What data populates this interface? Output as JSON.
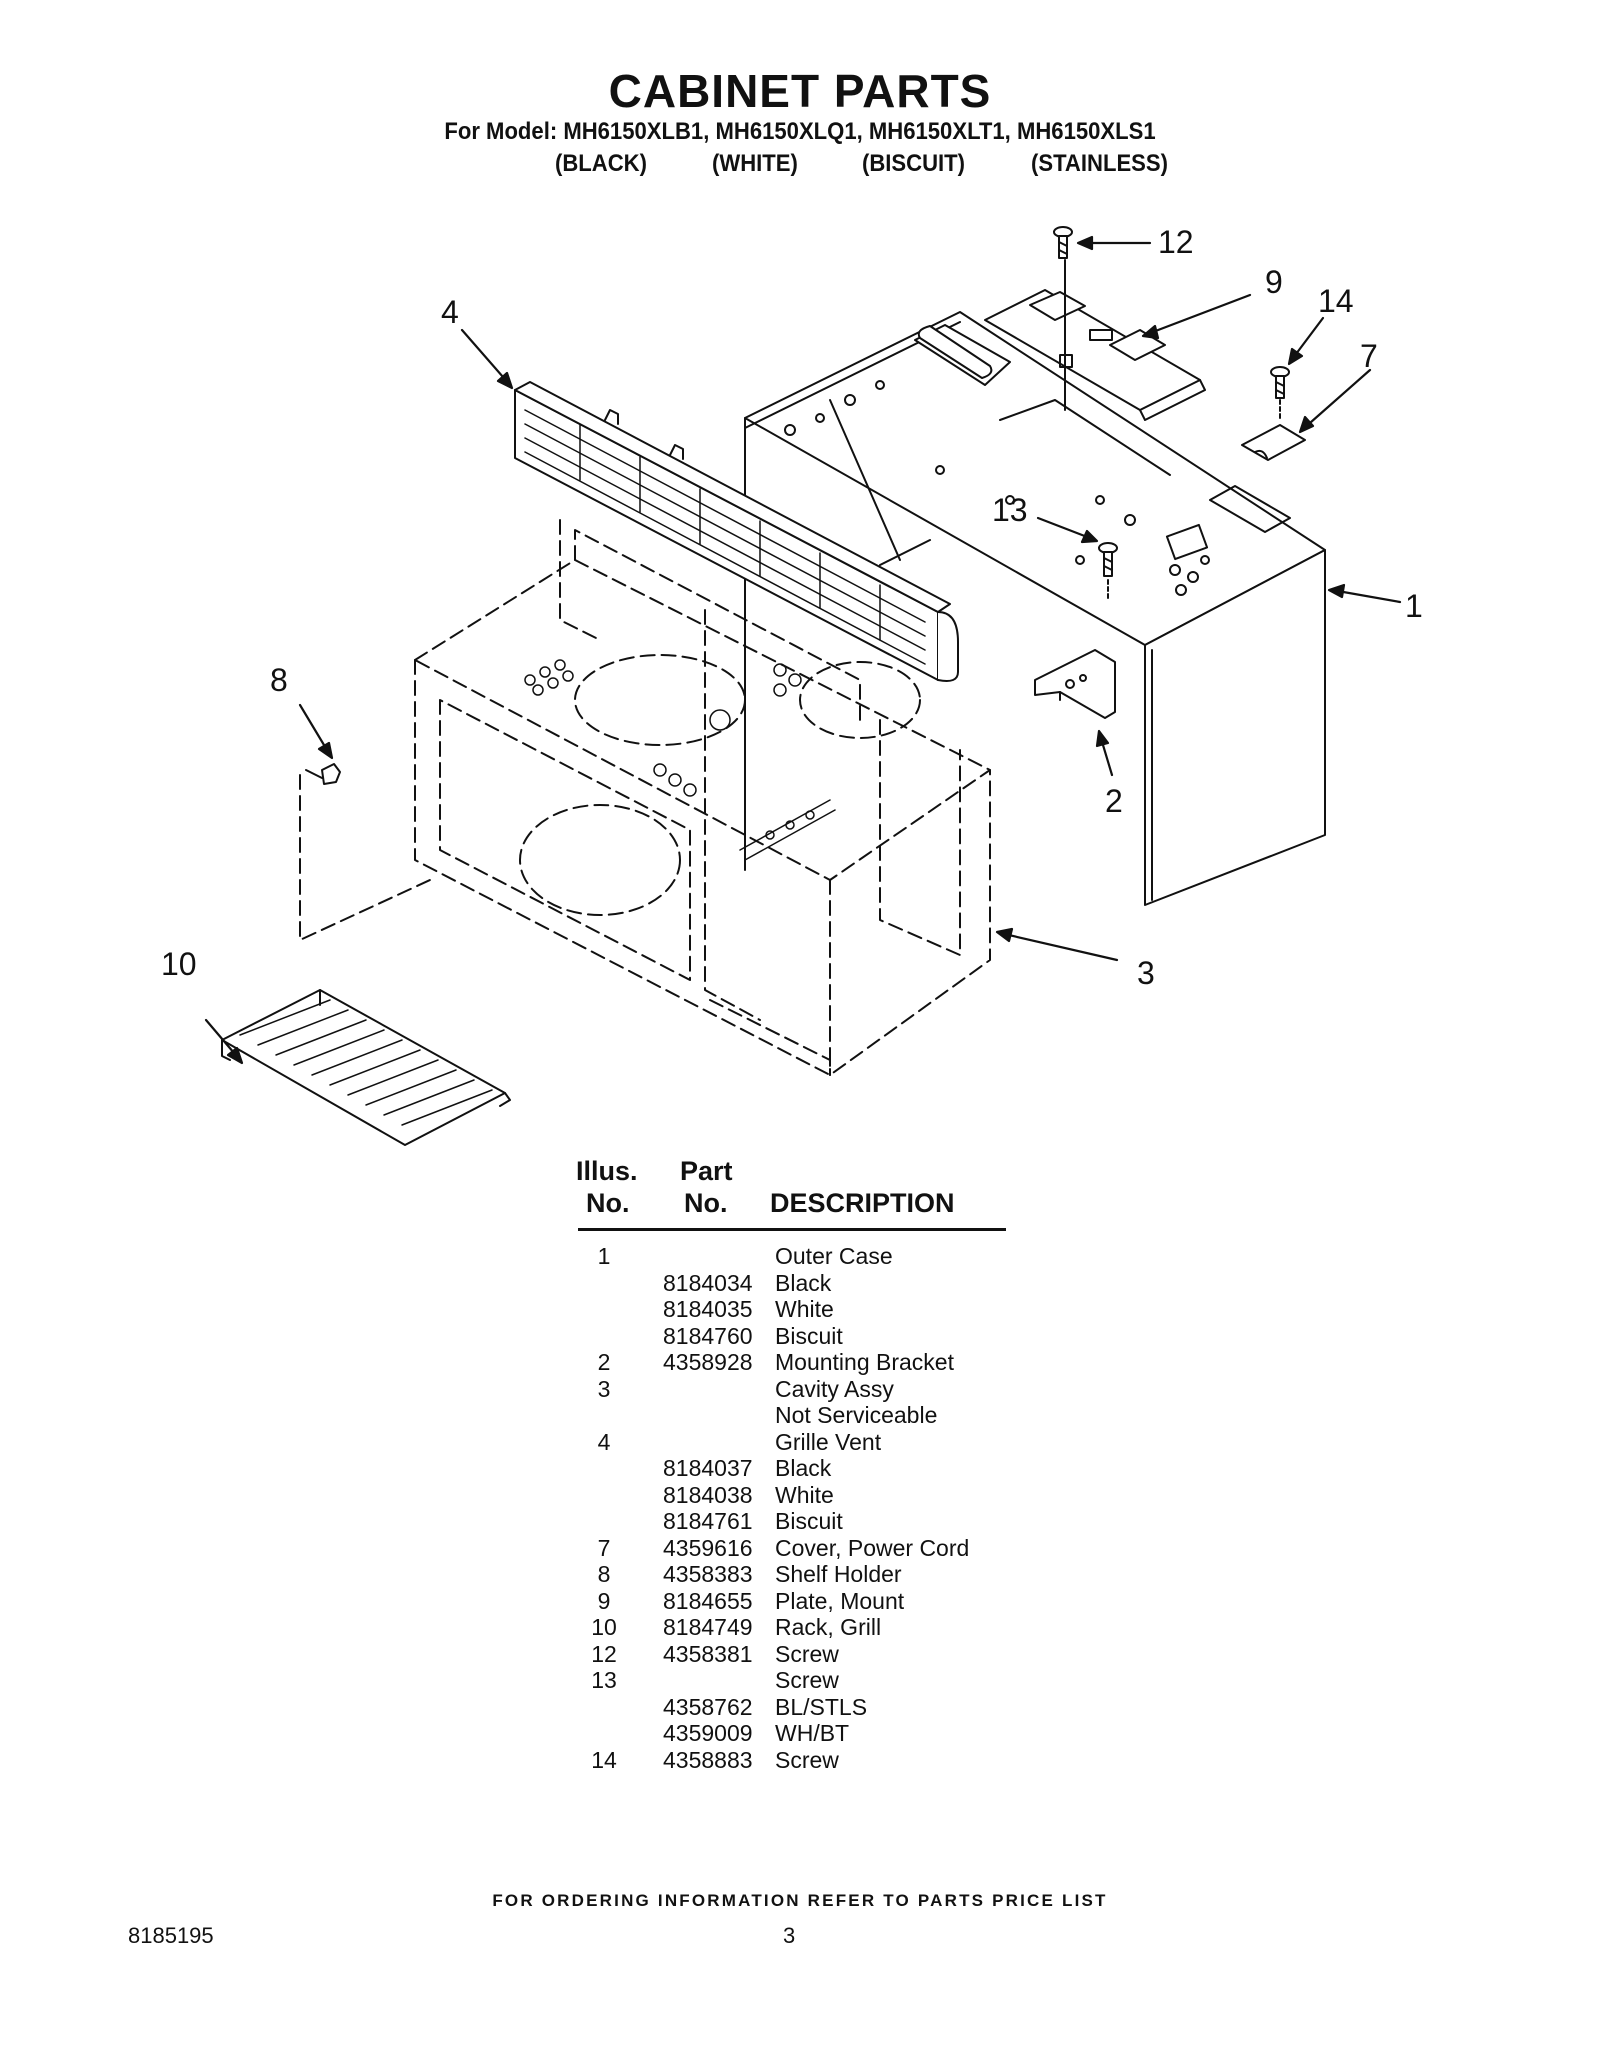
{
  "header": {
    "title": "CABINET PARTS",
    "models": "For Model: MH6150XLB1, MH6150XLQ1, MH6150XLT1, MH6150XLS1",
    "colors": [
      "(BLACK)",
      "(WHITE)",
      "(BISCUIT)",
      "(STAINLESS)"
    ]
  },
  "diagram": {
    "callouts": [
      "12",
      "9",
      "14",
      "7",
      "4",
      "13",
      "1",
      "8",
      "2",
      "10",
      "3"
    ]
  },
  "table": {
    "header": {
      "illus_line1": "Illus.",
      "illus_line2": "No.",
      "part_line1": "Part",
      "part_line2": "No.",
      "description": "DESCRIPTION"
    },
    "rows": [
      {
        "no": "1",
        "part": "",
        "desc": "Outer Case"
      },
      {
        "no": "",
        "part": "8184034",
        "desc": "Black"
      },
      {
        "no": "",
        "part": "8184035",
        "desc": "White"
      },
      {
        "no": "",
        "part": "8184760",
        "desc": "Biscuit"
      },
      {
        "no": "2",
        "part": "4358928",
        "desc": "Mounting Bracket"
      },
      {
        "no": "3",
        "part": "",
        "desc": "Cavity Assy"
      },
      {
        "no": "",
        "part": "",
        "desc": "Not Serviceable"
      },
      {
        "no": "4",
        "part": "",
        "desc": "Grille Vent"
      },
      {
        "no": "",
        "part": "8184037",
        "desc": "Black"
      },
      {
        "no": "",
        "part": "8184038",
        "desc": "White"
      },
      {
        "no": "",
        "part": "8184761",
        "desc": "Biscuit"
      },
      {
        "no": "7",
        "part": "4359616",
        "desc": "Cover, Power Cord"
      },
      {
        "no": "8",
        "part": "4358383",
        "desc": "Shelf Holder"
      },
      {
        "no": "9",
        "part": "8184655",
        "desc": "Plate, Mount"
      },
      {
        "no": "10",
        "part": "8184749",
        "desc": "Rack, Grill"
      },
      {
        "no": "12",
        "part": "4358381",
        "desc": "Screw"
      },
      {
        "no": "13",
        "part": "",
        "desc": "Screw"
      },
      {
        "no": "",
        "part": "4358762",
        "desc": "BL/STLS"
      },
      {
        "no": "",
        "part": "4359009",
        "desc": "WH/BT"
      },
      {
        "no": "14",
        "part": "4358883",
        "desc": "Screw"
      }
    ]
  },
  "footer": {
    "ordering_note": "FOR ORDERING INFORMATION REFER TO PARTS PRICE LIST",
    "doc_number": "8185195",
    "page_number": "3"
  }
}
